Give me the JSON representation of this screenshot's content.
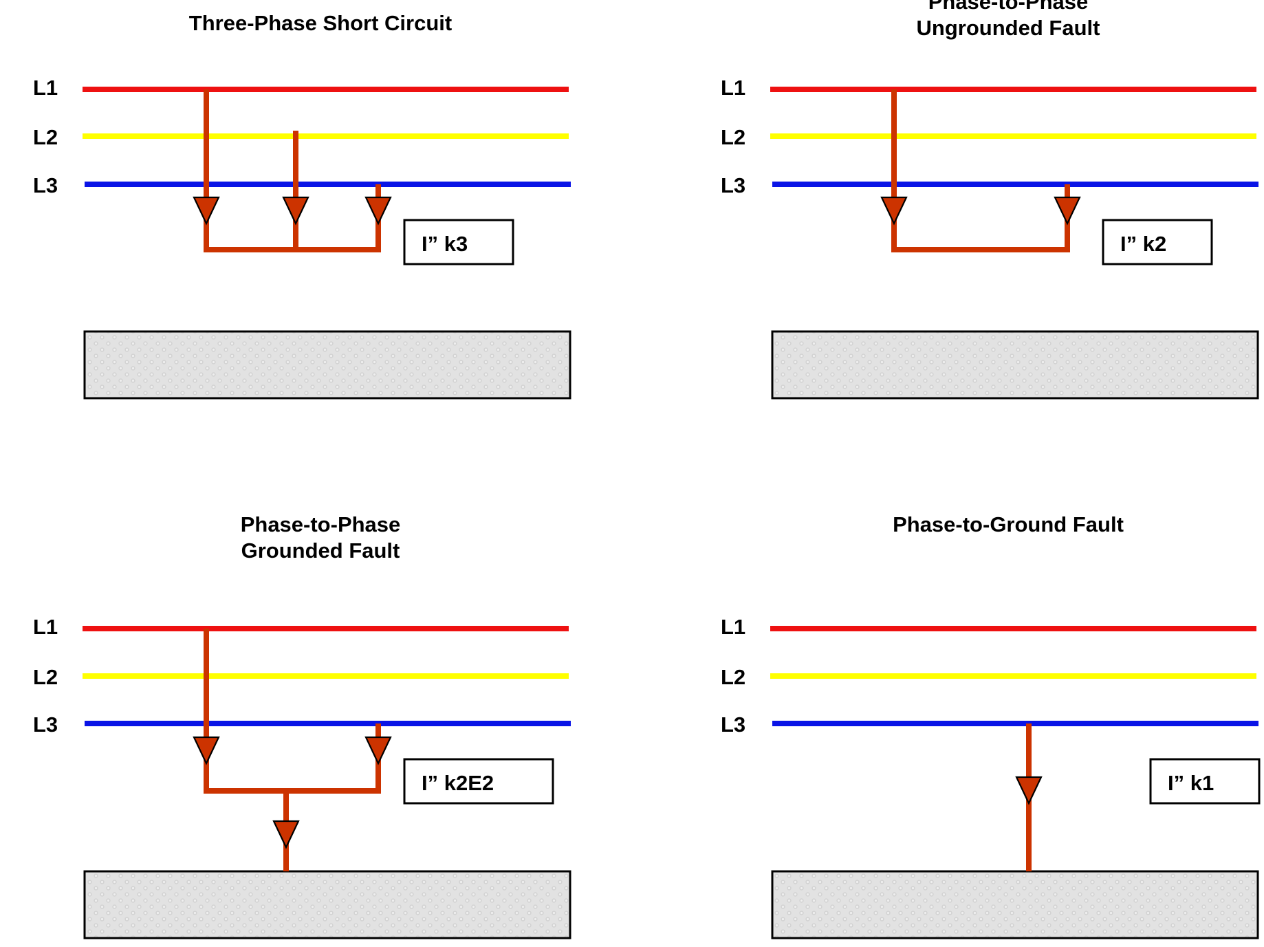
{
  "colors": {
    "phase_l1": "#ee1111",
    "phase_l2": "#ffff00",
    "phase_l3": "#0a14e6",
    "fault_path": "#cc3300",
    "ground_fill": "#e2e2e2",
    "outline": "#000000"
  },
  "phase_labels": [
    "L1",
    "L2",
    "L3"
  ],
  "panels": [
    {
      "id": "three-phase",
      "title_lines": [
        "Three-Phase Short Circuit"
      ],
      "current_label": "I” k3",
      "connected_phases": [
        "L1",
        "L2",
        "L3"
      ],
      "grounded": false
    },
    {
      "id": "phase-to-phase-ungrounded",
      "title_lines": [
        "Phase-to-Phase",
        "Ungrounded Fault"
      ],
      "current_label": "I” k2",
      "connected_phases": [
        "L1",
        "L3"
      ],
      "grounded": false
    },
    {
      "id": "phase-to-phase-grounded",
      "title_lines": [
        "Phase-to-Phase",
        "Grounded Fault"
      ],
      "current_label": "I” k2E2",
      "connected_phases": [
        "L1",
        "L3"
      ],
      "grounded": true
    },
    {
      "id": "phase-to-ground",
      "title_lines": [
        "Phase-to-Ground Fault"
      ],
      "current_label": "I” k1",
      "connected_phases": [
        "L3"
      ],
      "grounded": true
    }
  ]
}
